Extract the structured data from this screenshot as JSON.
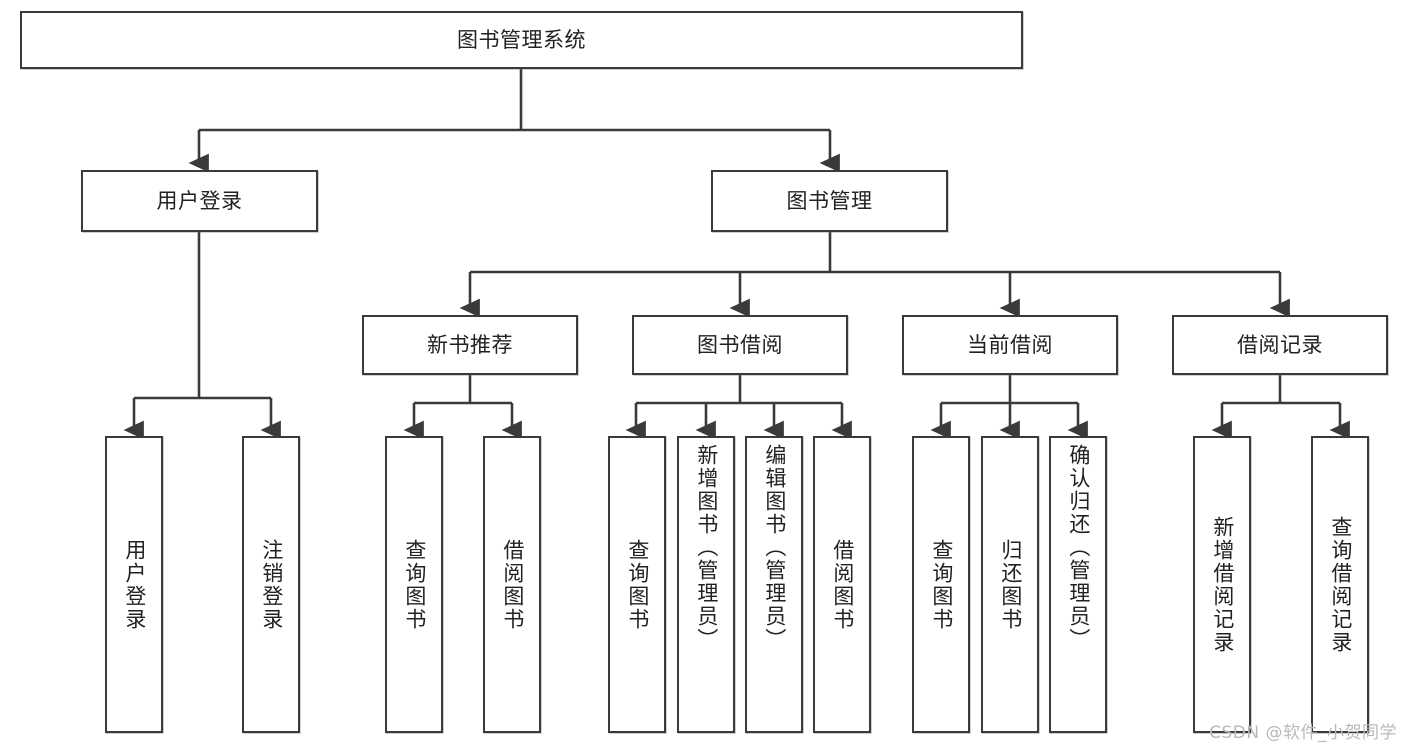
{
  "diagram": {
    "type": "tree-hierarchy-chart",
    "title": "图书管理系统",
    "colors": {
      "border": "#3a3a3a",
      "background": "#ffffff",
      "text": "#222222",
      "watermark": "#b9b9b9"
    },
    "levels": {
      "root": {
        "label": "图书管理系统"
      },
      "level2": [
        {
          "label": "用户登录"
        },
        {
          "label": "图书管理"
        }
      ],
      "level3": [
        {
          "label": "新书推荐"
        },
        {
          "label": "图书借阅"
        },
        {
          "label": "当前借阅"
        },
        {
          "label": "借阅记录"
        }
      ],
      "leaves": [
        {
          "label": "用户登录",
          "parent": "用户登录"
        },
        {
          "label": "注销登录",
          "parent": "用户登录"
        },
        {
          "label": "查询图书",
          "parent": "新书推荐"
        },
        {
          "label": "借阅图书",
          "parent": "新书推荐"
        },
        {
          "label": "查询图书",
          "parent": "图书借阅"
        },
        {
          "label": "新增图书（管理员）",
          "parent": "图书借阅"
        },
        {
          "label": "编辑图书（管理员）",
          "parent": "图书借阅"
        },
        {
          "label": "借阅图书",
          "parent": "图书借阅"
        },
        {
          "label": "查询图书",
          "parent": "当前借阅"
        },
        {
          "label": "归还图书",
          "parent": "当前借阅"
        },
        {
          "label": "确认归还（管理员）",
          "parent": "当前借阅"
        },
        {
          "label": "新增借阅记录",
          "parent": "借阅记录"
        },
        {
          "label": "查询借阅记录",
          "parent": "借阅记录"
        }
      ]
    }
  },
  "watermark": {
    "text": "CSDN @软件_小贺同学"
  }
}
